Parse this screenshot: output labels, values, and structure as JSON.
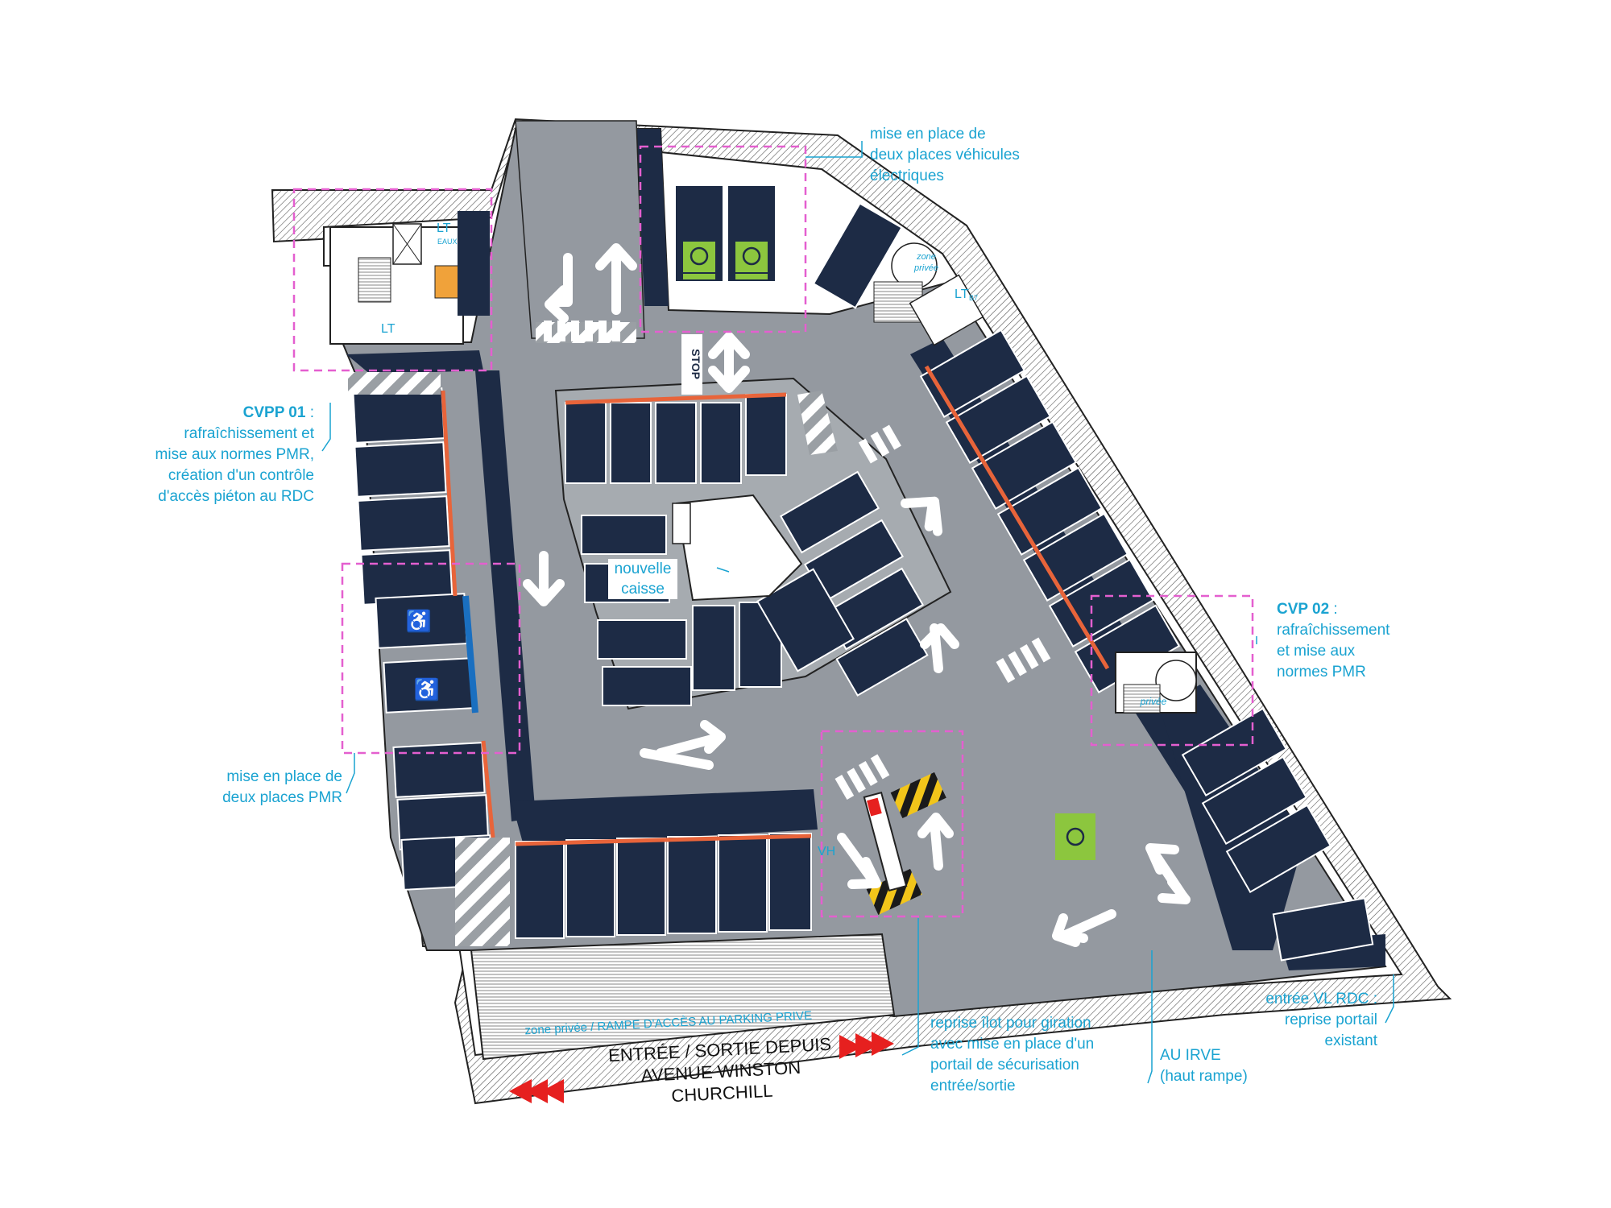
{
  "annotations": {
    "ev_places": [
      "mise en place de",
      "deux places véhicules",
      "électriques"
    ],
    "cvpp01": {
      "title": "CVPP 01",
      "lines": [
        " : rafraîchissement et",
        "mise aux normes PMR,",
        "création d'un contrôle",
        "d'accès piéton au RDC"
      ]
    },
    "cvp02": {
      "title": "CVP 02",
      "lines": [
        " :",
        "rafraîchissement",
        "et mise aux",
        "normes PMR"
      ]
    },
    "pmr_places": [
      "mise en place de",
      "deux places PMR"
    ],
    "nouvelle_caisse": [
      "nouvelle",
      "caisse"
    ],
    "reprise_ilot": [
      "reprise îlot pour giration",
      "avec mise en place d'un",
      "portail de sécurisation",
      "entrée/sortie"
    ],
    "au_irve": [
      "AU IRVE",
      "(haut rampe)"
    ],
    "entree_vl": [
      "entrée VL RDC :",
      "reprise portail",
      "existant"
    ]
  },
  "labels": {
    "lt_top": "LT",
    "lt_eaux": "EAUX",
    "lt_left": "LT",
    "lt_right": "LT",
    "lt_right_sub": "B7",
    "zone_privee_top": [
      "zone",
      "privée"
    ],
    "zone_privee_right": "privée",
    "stop": "STOP",
    "vh": "VH",
    "ramp": "zone privée / RAMPE D'ACCÈS AU PARKING PRIVE",
    "entrance": [
      "ENTRÉE / SORTIE DEPUIS",
      "AVENUE WINSTON CHURCHILL"
    ]
  },
  "colors": {
    "parking_space": "#1d2b45",
    "aisle_dark": "#1d2b45",
    "floor": "#8a8f94",
    "floor_light": "#a6abb0",
    "bumper": "#e8643a",
    "pmr": "#1a6fc0",
    "ev": "#8cc63e",
    "annotation": "#1aa3d1",
    "zone_outline": "#e45fcf",
    "arrow_red": "#e6201f"
  }
}
